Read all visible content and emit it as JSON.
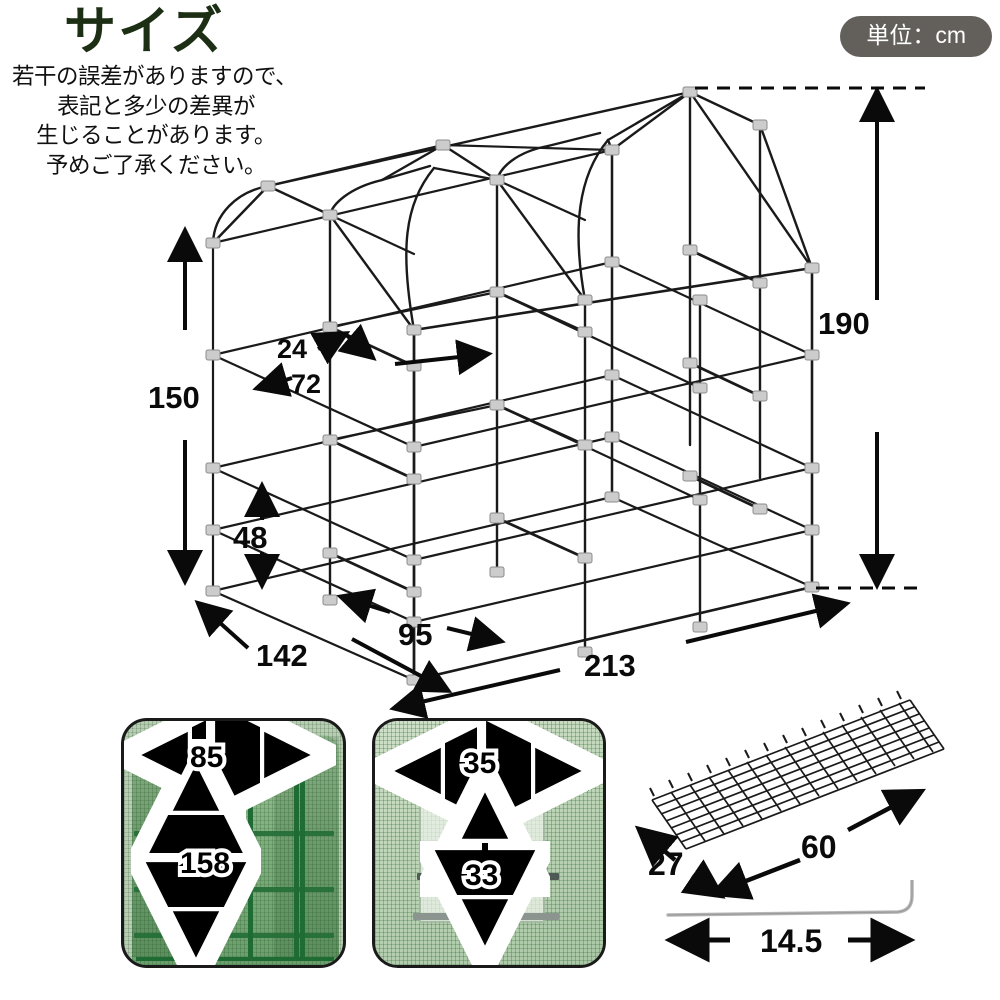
{
  "header": {
    "title": "サイズ",
    "disclaimer_lines": [
      "若干の誤差がありますので、",
      "表記と多少の差異が",
      "生じることがあります。",
      "予めご了承ください。"
    ],
    "unit_badge": "単位：cm"
  },
  "main_diagram": {
    "name": "greenhouse-frame-isometric",
    "dimensions": {
      "overall_height_peak": "190",
      "eave_height": "150",
      "bottom_shelf_height": "48",
      "shelf_depth_upper": "24",
      "shelf_width_upper": "72",
      "mid_span": "95",
      "depth": "142",
      "width": "213"
    }
  },
  "insets": {
    "greenhouse_photo": {
      "name": "assembled-greenhouse-photo",
      "width_label": "85",
      "height_label": "158"
    },
    "window_photo": {
      "name": "roll-up-window-detail-photo",
      "width_label": "35",
      "height_label": "33"
    },
    "shelf_drawing": {
      "name": "wire-shelf-panel",
      "depth_label": "27",
      "length_label": "60"
    },
    "stake_drawing": {
      "name": "ground-anchor-stake",
      "length_label": "14.5"
    }
  },
  "colors": {
    "title": "#1c2f14",
    "badge_bg": "#63605c",
    "badge_text": "#ffffff",
    "line": "#111111",
    "joint": "#c8c8c8",
    "mesh_green": "#1e6b33"
  }
}
